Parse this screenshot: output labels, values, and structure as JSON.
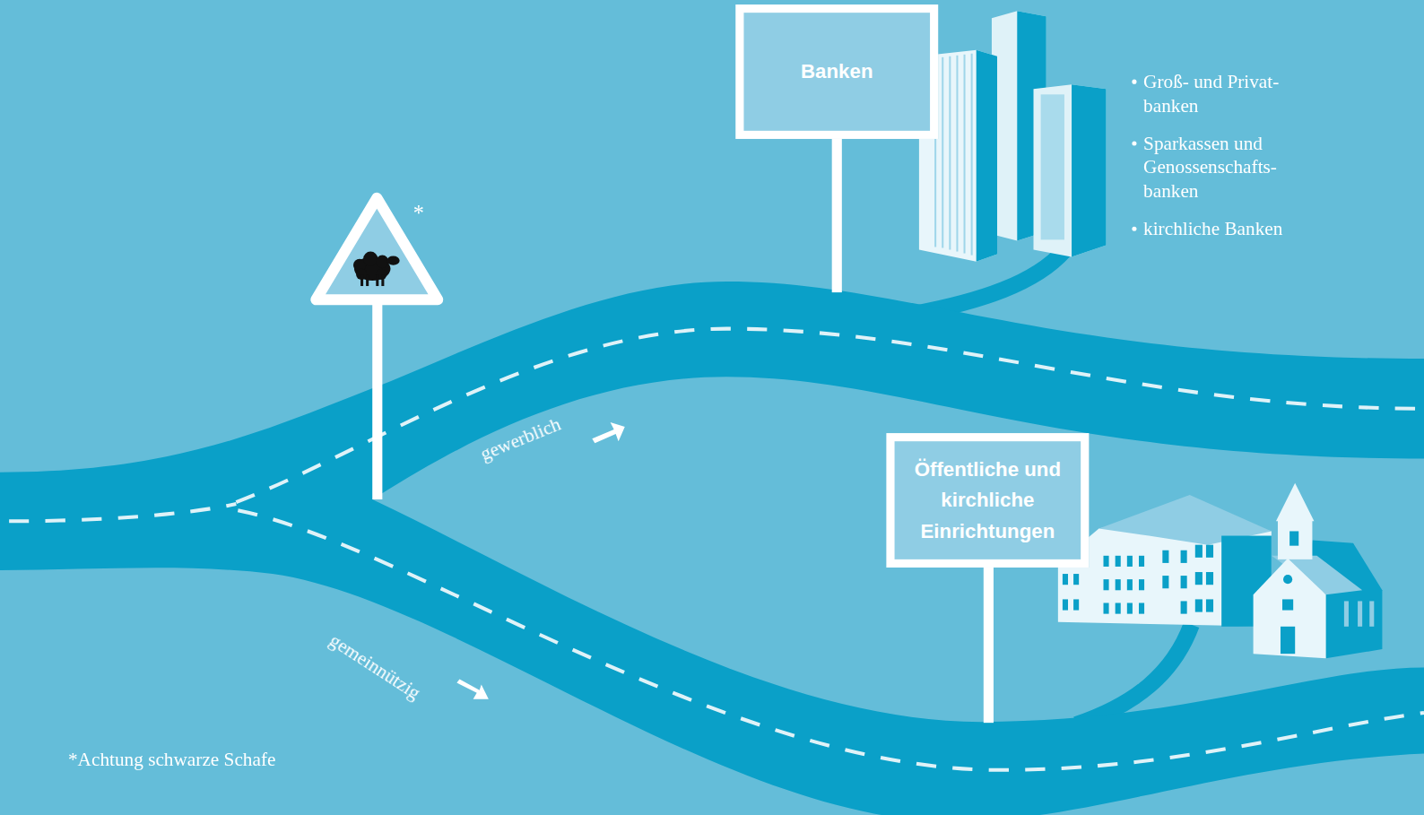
{
  "diagram": {
    "nodes": [
      {
        "text": [
          "Banken"
        ]
      },
      {
        "text": [
          "Öffentliche und kirchliche Einrichtungen"
        ]
      }
    ],
    "labels": [
      "Groß- und Privat- banken",
      "Sparkassen und Genossenschafts- banken",
      "kirchliche Banken",
      "*",
      "gewerblich",
      "gemeinnützig",
      "*Achtung schwarze Schafe"
    ]
  }
}
